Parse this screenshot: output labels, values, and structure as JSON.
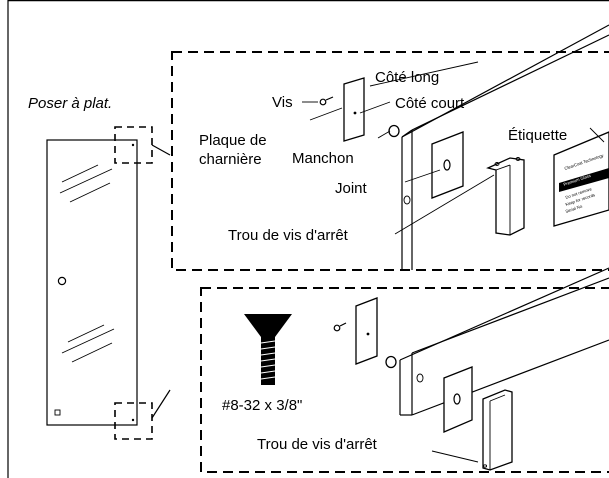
{
  "labels": {
    "lay_flat": "Poser à plat.",
    "screw": "Vis",
    "long_side": "Côté long",
    "short_side": "Côté court",
    "hinge_plate_1": "Plaque de",
    "hinge_plate_2": "charnière",
    "sleeve": "Manchon",
    "label": "Étiquette",
    "gasket": "Joint",
    "set_screw_hole_top": "Trou de vis d'arrêt",
    "screw_spec": "#8-32 x 3/8\"",
    "set_screw_hole_bottom": "Trou de vis d'arrêt"
  },
  "sticker": {
    "line1": "ClearCoat Technology",
    "line2": "Premium Glass",
    "line3": "Do not remove",
    "line4": "Keep for records",
    "line5": "Serial No."
  }
}
